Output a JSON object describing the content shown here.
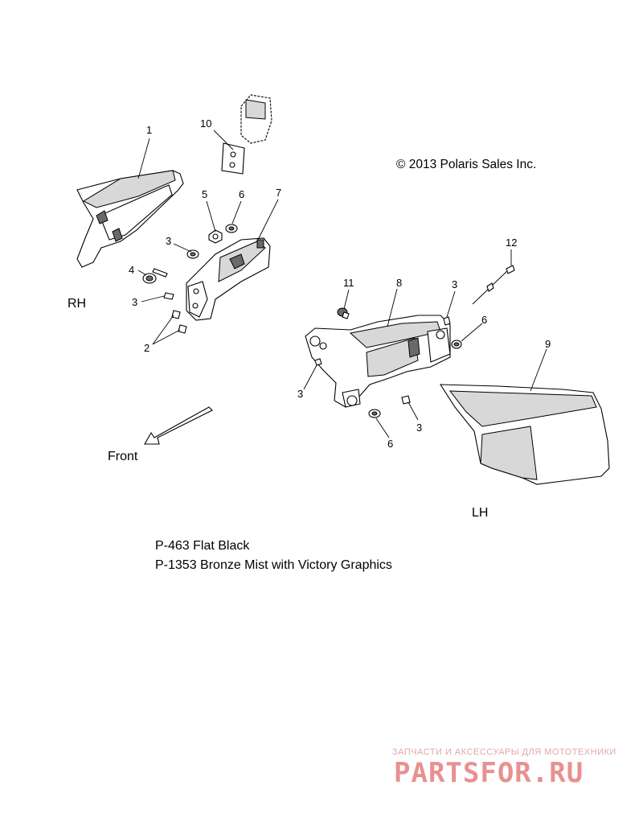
{
  "copyright": "© 2013 Polaris Sales Inc.",
  "sides": {
    "right": "RH",
    "left": "LH"
  },
  "direction": {
    "label": "Front"
  },
  "callouts": {
    "c1": "1",
    "c2": "2",
    "c3a": "3",
    "c3b": "3",
    "c3c": "3",
    "c3d": "3",
    "c3e": "3",
    "c4": "4",
    "c5": "5",
    "c6a": "6",
    "c6b": "6",
    "c6c": "6",
    "c7": "7",
    "c8": "8",
    "c9": "9",
    "c10": "10",
    "c11": "11",
    "c12": "12"
  },
  "notes": [
    "P-463  Flat Black",
    "P-1353 Bronze Mist with Victory Graphics"
  ],
  "watermark": {
    "tagline": "ЗАПЧАСТИ И АКСЕССУАРЫ ДЛЯ МОТОТЕХНИКИ",
    "logo": "PARTSFOR.RU",
    "color": "#e03a3a"
  }
}
